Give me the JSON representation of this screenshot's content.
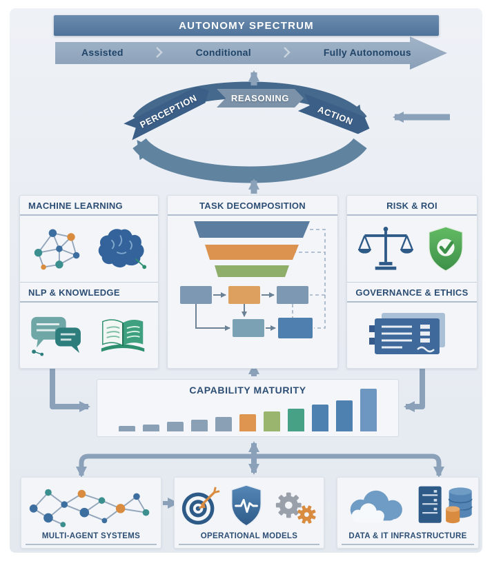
{
  "autonomy": {
    "title": "AUTONOMY SPECTRUM",
    "stages": [
      "Assisted",
      "Conditional",
      "Fully Autonomous"
    ]
  },
  "cycle": {
    "perception": "PERCEPTION",
    "reasoning": "REASONING",
    "action": "ACTION"
  },
  "capabilities": {
    "machine_learning": "MACHINE LEARNING",
    "nlp_knowledge": "NLP & KNOWLEDGE",
    "task_decomposition": "TASK DECOMPOSITION",
    "risk_roi": "RISK & ROI",
    "governance_ethics": "GOVERNANCE & ETHICS"
  },
  "maturity": {
    "title": "CAPABILITY MATURITY"
  },
  "foundation": {
    "multi_agent": "MULTI-AGENT SYSTEMS",
    "operational": "OPERATIONAL MODELS",
    "infrastructure": "DATA & IT INFRASTRUCTURE"
  },
  "icons": {
    "machine_learning": [
      "neural-network-icon",
      "brain-icon"
    ],
    "nlp_knowledge": [
      "chat-bubbles-icon",
      "open-book-icon"
    ],
    "risk_roi": [
      "balance-scale-icon",
      "shield-check-icon"
    ],
    "governance_ethics": [
      "ledger-document-icon"
    ],
    "multi_agent": [
      "agent-network-icon"
    ],
    "operational": [
      "target-icon",
      "shield-pulse-icon",
      "gears-icon"
    ],
    "infrastructure": [
      "cloud-icon",
      "server-rack-icon",
      "database-icon"
    ]
  },
  "colors": {
    "primary_blue": "#2e5a87",
    "steel_blue": "#5b7da0",
    "ribbon_dark": "#3c5f88",
    "ribbon_mid": "#7b92a9",
    "orange": "#dd9350",
    "green": "#3d9048",
    "teal": "#2e7d7d",
    "arrow_gray": "#8ba1b9"
  },
  "chart_data": {
    "type": "bar",
    "title": "CAPABILITY MATURITY",
    "values": [
      1,
      1.3,
      1.7,
      2.1,
      2.6,
      3.1,
      3.6,
      4.1,
      4.9,
      5.6,
      7.8
    ],
    "bar_colors": [
      "#8aa0b5",
      "#8aa0b5",
      "#8aa0b5",
      "#8aa0b5",
      "#8aa0b5",
      "#de9550",
      "#9ab56e",
      "#47a184",
      "#4e80b0",
      "#4e80b0",
      "#6d97c0"
    ],
    "xlabel": "",
    "ylabel": ""
  }
}
